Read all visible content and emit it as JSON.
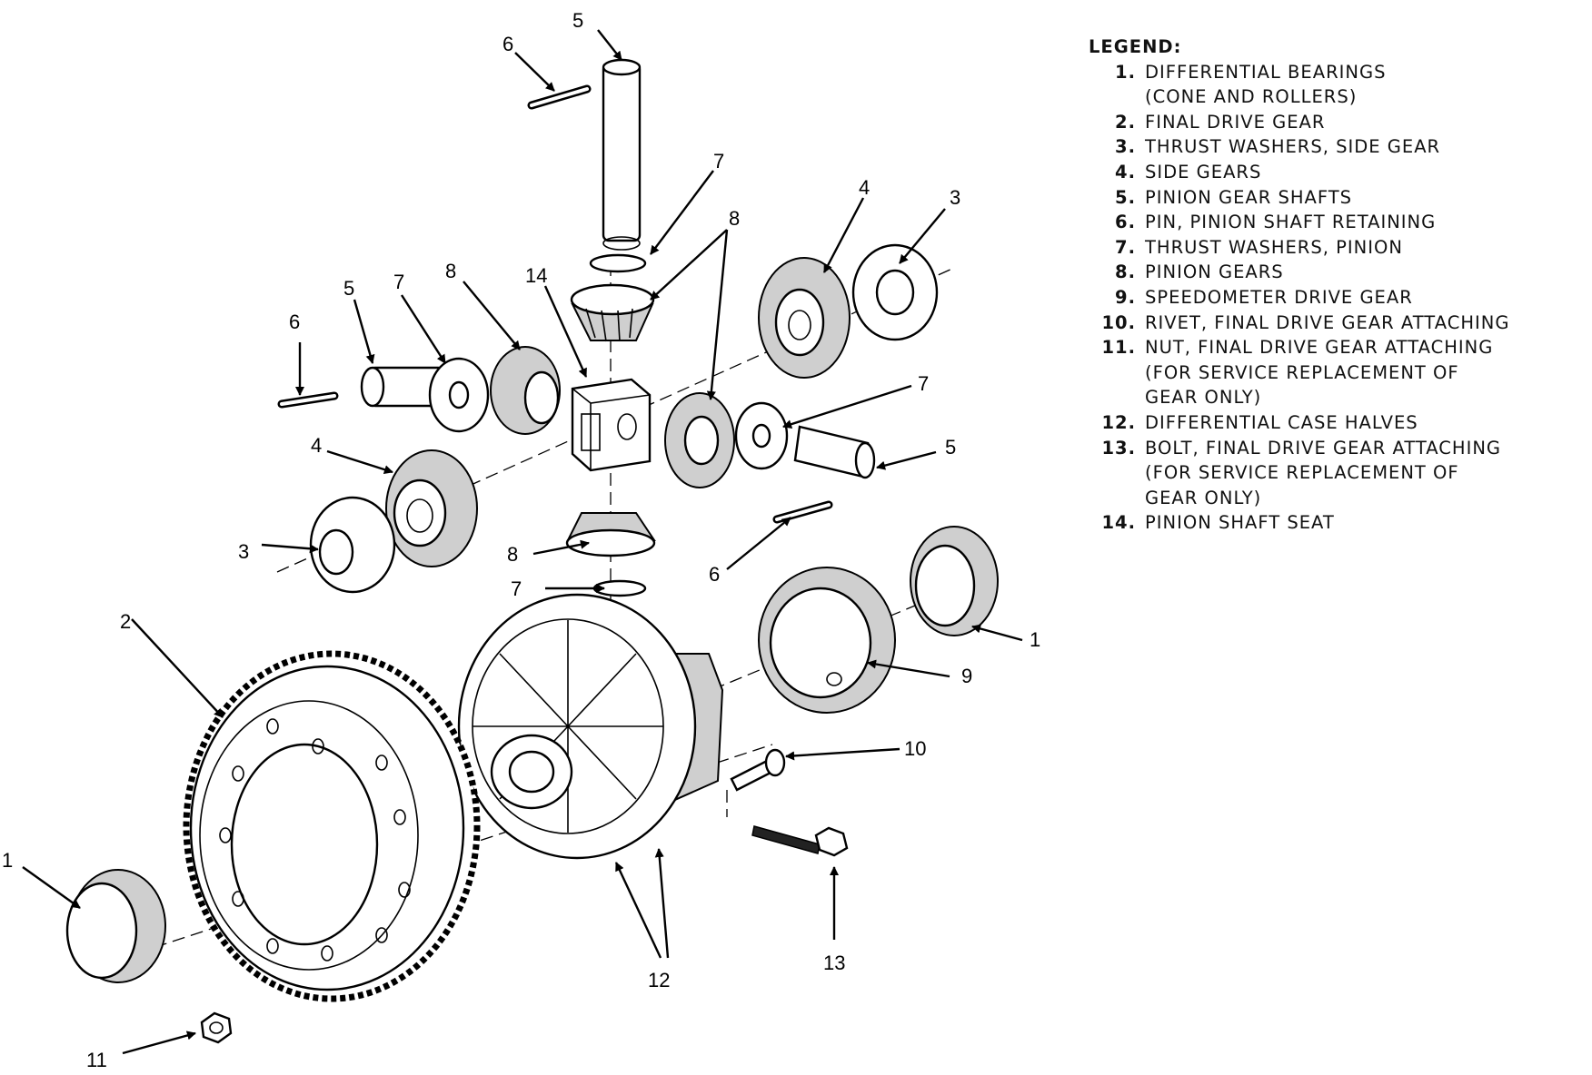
{
  "legend": {
    "title": "LEGEND:",
    "items": [
      {
        "num": "1.",
        "lines": [
          "DIFFERENTIAL BEARINGS",
          "(CONE AND ROLLERS)"
        ]
      },
      {
        "num": "2.",
        "lines": [
          "FINAL DRIVE GEAR"
        ]
      },
      {
        "num": "3.",
        "lines": [
          "THRUST WASHERS, SIDE GEAR"
        ]
      },
      {
        "num": "4.",
        "lines": [
          "SIDE GEARS"
        ]
      },
      {
        "num": "5.",
        "lines": [
          "PINION GEAR SHAFTS"
        ]
      },
      {
        "num": "6.",
        "lines": [
          "PIN, PINION SHAFT RETAINING"
        ]
      },
      {
        "num": "7.",
        "lines": [
          "THRUST WASHERS, PINION"
        ]
      },
      {
        "num": "8.",
        "lines": [
          "PINION GEARS"
        ]
      },
      {
        "num": "9.",
        "lines": [
          "SPEEDOMETER DRIVE GEAR"
        ]
      },
      {
        "num": "10.",
        "lines": [
          "RIVET, FINAL DRIVE GEAR ATTACHING"
        ]
      },
      {
        "num": "11.",
        "lines": [
          "NUT, FINAL DRIVE GEAR ATTACHING",
          "(FOR SERVICE REPLACEMENT OF",
          "GEAR ONLY)"
        ]
      },
      {
        "num": "12.",
        "lines": [
          "DIFFERENTIAL CASE HALVES"
        ]
      },
      {
        "num": "13.",
        "lines": [
          "BOLT, FINAL DRIVE GEAR ATTACHING",
          "(FOR SERVICE REPLACEMENT OF",
          "GEAR ONLY)"
        ]
      },
      {
        "num": "14.",
        "lines": [
          "PINION SHAFT SEAT"
        ]
      }
    ]
  },
  "callouts": {
    "c1a": "1",
    "c1b": "1",
    "c2": "2",
    "c3a": "3",
    "c3b": "3",
    "c4a": "4",
    "c4b": "4",
    "c5a": "5",
    "c5b": "5",
    "c5c": "5",
    "c6a": "6",
    "c6b": "6",
    "c6c": "6",
    "c7a": "7",
    "c7b": "7",
    "c7c": "7",
    "c7d": "7",
    "c8a": "8",
    "c8b": "8",
    "c8c": "8",
    "c9": "9",
    "c10": "10",
    "c11": "11",
    "c12": "12",
    "c13": "13",
    "c14": "14"
  }
}
